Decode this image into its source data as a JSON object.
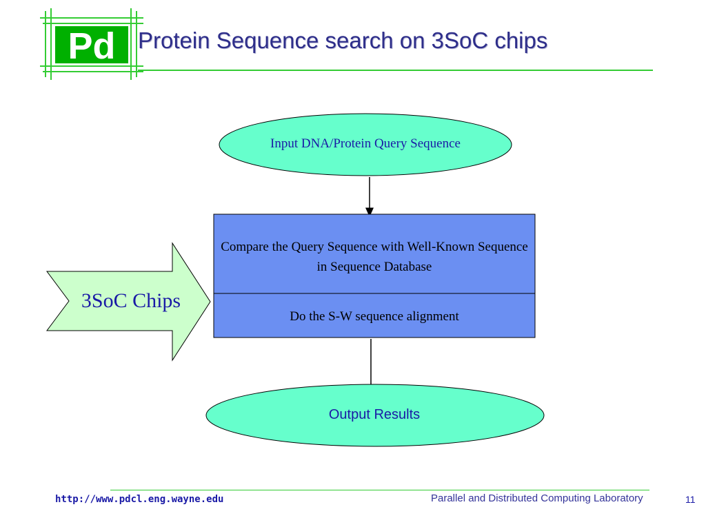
{
  "slide": {
    "title": "Protein Sequence search on 3SoC chips",
    "logo_text": "Pd"
  },
  "diagram": {
    "input_oval": "Input DNA/Protein Query Sequence",
    "process_box_top": "Compare the Query Sequence with Well-Known Sequence in Sequence Database",
    "process_box_bottom": "Do the S-W sequence alignment",
    "side_arrow": "3SoC Chips",
    "output_oval": "Output Results"
  },
  "footer": {
    "url": "http://www.pdcl.eng.wayne.edu",
    "lab": "Parallel and Distributed Computing Laboratory",
    "page_number": "11"
  },
  "colors": {
    "title_blue": "#2e2e8a",
    "text_blue": "#1a1aa6",
    "oval_fill": "#66ffcc",
    "box_fill": "#6b8ff2",
    "arrow_fill": "#ccffcc",
    "rule_green": "#33cc33",
    "logo_green": "#00b000"
  }
}
